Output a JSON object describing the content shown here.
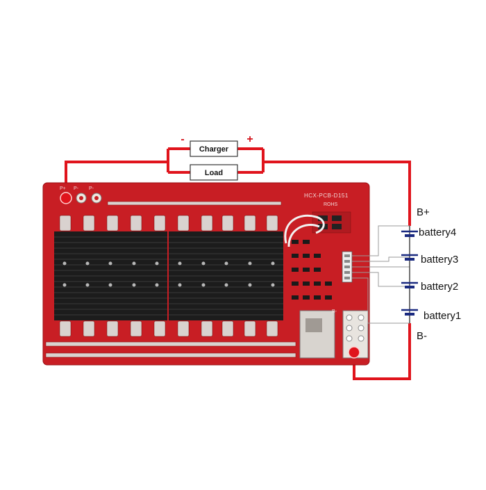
{
  "diagram": {
    "charger_label": "Charger",
    "load_label": "Load",
    "minus_sign": "-",
    "plus_sign": "+",
    "b_plus_label": "B+",
    "b_minus_label": "B-",
    "batteries": [
      "battery4",
      "battery3",
      "battery2",
      "battery1"
    ],
    "board": {
      "model_text": "HCX-PCB-D151",
      "rohs_text": "ROHS",
      "p_plus_text": "P+",
      "p_minus_text": "P-",
      "p_minus2_text": "P-",
      "b_minus_pad_text": "B-"
    },
    "colors": {
      "wire": "#e0141c",
      "pcb": "#c81e24",
      "heatsink": "#1c1c1c",
      "label_box": "#ffffff"
    }
  }
}
